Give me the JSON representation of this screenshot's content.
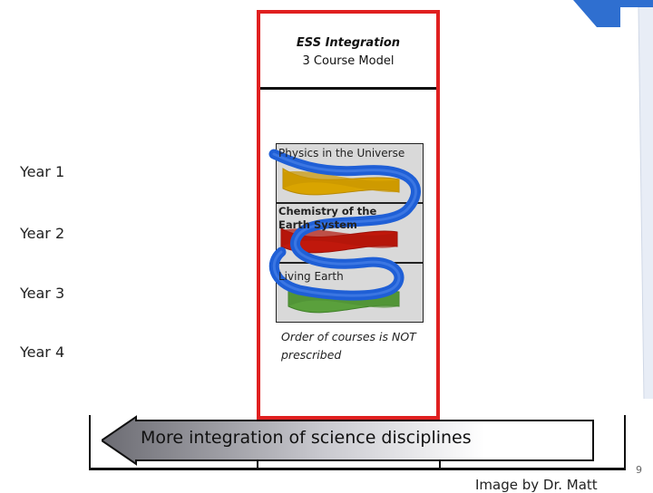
{
  "title": {
    "line1": "ESS Integration",
    "line2": "3 Course Model"
  },
  "years": [
    "Year 1",
    "Year 2",
    "Year 3",
    "Year 4"
  ],
  "courses": [
    {
      "label": "Physics in the Universe",
      "band_color": "#d9a400"
    },
    {
      "label": "Chemistry of the Earth System",
      "band_color": "#c0180c"
    },
    {
      "label": "Living Earth",
      "band_color": "#5aa03c"
    }
  ],
  "ribbon_color": "#1f5fd6",
  "note": "Order of courses is NOT prescribed",
  "banner": "More integration of science disciplines",
  "footer": "Image by Dr. Matt",
  "page_number": "9",
  "colors": {
    "frame": "#e02020",
    "accent_blue": "#2f6fd0"
  }
}
